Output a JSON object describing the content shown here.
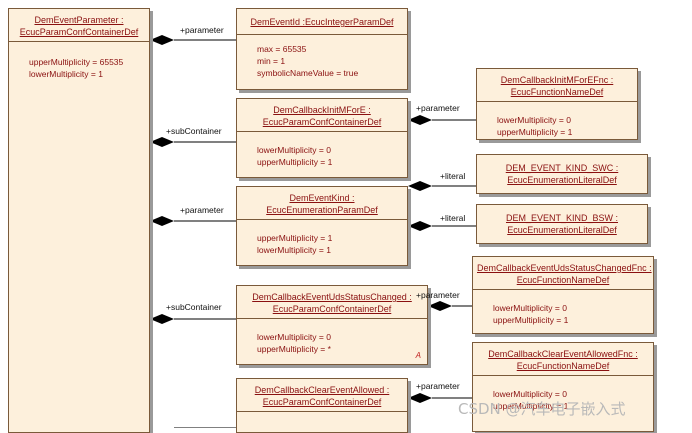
{
  "classes": {
    "dem_event_parameter": {
      "name": "DemEventParameter :",
      "type": "EcucParamConfContainerDef",
      "attrs": [
        "upperMultiplicity = 65535",
        "lowerMultiplicity = 1"
      ]
    },
    "dem_event_id": {
      "name": "DemEventId :EcucIntegerParamDef",
      "attrs": [
        "max = 65535",
        "min = 1",
        "symbolicNameValue = true"
      ]
    },
    "init_m_for_e": {
      "name": "DemCallbackInitMForE :",
      "type": "EcucParamConfContainerDef",
      "attrs": [
        "lowerMultiplicity = 0",
        "upperMultiplicity = 1"
      ]
    },
    "init_m_for_e_fnc": {
      "name": "DemCallbackInitMForEFnc :",
      "type": "EcucFunctionNameDef",
      "attrs": [
        "lowerMultiplicity = 0",
        "upperMultiplicity = 1"
      ]
    },
    "event_kind": {
      "name": "DemEventKind :",
      "type": "EcucEnumerationParamDef",
      "attrs": [
        "upperMultiplicity = 1",
        "lowerMultiplicity = 1"
      ]
    },
    "kind_swc": {
      "name": "DEM_EVENT_KIND_SWC :",
      "type": "EcucEnumerationLiteralDef"
    },
    "kind_bsw": {
      "name": "DEM_EVENT_KIND_BSW :",
      "type": "EcucEnumerationLiteralDef"
    },
    "uds_status_changed": {
      "name": "DemCallbackEventUdsStatusChanged :",
      "type": "EcucParamConfContainerDef",
      "attrs": [
        "lowerMultiplicity = 0",
        "upperMultiplicity = *"
      ],
      "mark": "A"
    },
    "uds_status_changed_fnc": {
      "name": "DemCallbackEventUdsStatusChangedFnc :",
      "type": "EcucFunctionNameDef",
      "attrs": [
        "lowerMultiplicity = 0",
        "upperMultiplicity = 1"
      ]
    },
    "clear_allowed": {
      "name": "DemCallbackClearEventAllowed :",
      "type": "EcucParamConfContainerDef"
    },
    "clear_allowed_fnc": {
      "name": "DemCallbackClearEventAllowedFnc :",
      "type": "EcucFunctionNameDef",
      "attrs": [
        "lowerMultiplicity = 0",
        "upperMultiplicity = 1"
      ]
    }
  },
  "roles": {
    "r1": "+parameter",
    "r2": "+subContainer",
    "r3": "+parameter",
    "r4": "+parameter",
    "r5": "+literal",
    "r6": "+literal",
    "r7": "+subContainer",
    "r8": "+parameter",
    "r9": "+parameter"
  },
  "watermark": "CSDN @汽车电子嵌入式"
}
